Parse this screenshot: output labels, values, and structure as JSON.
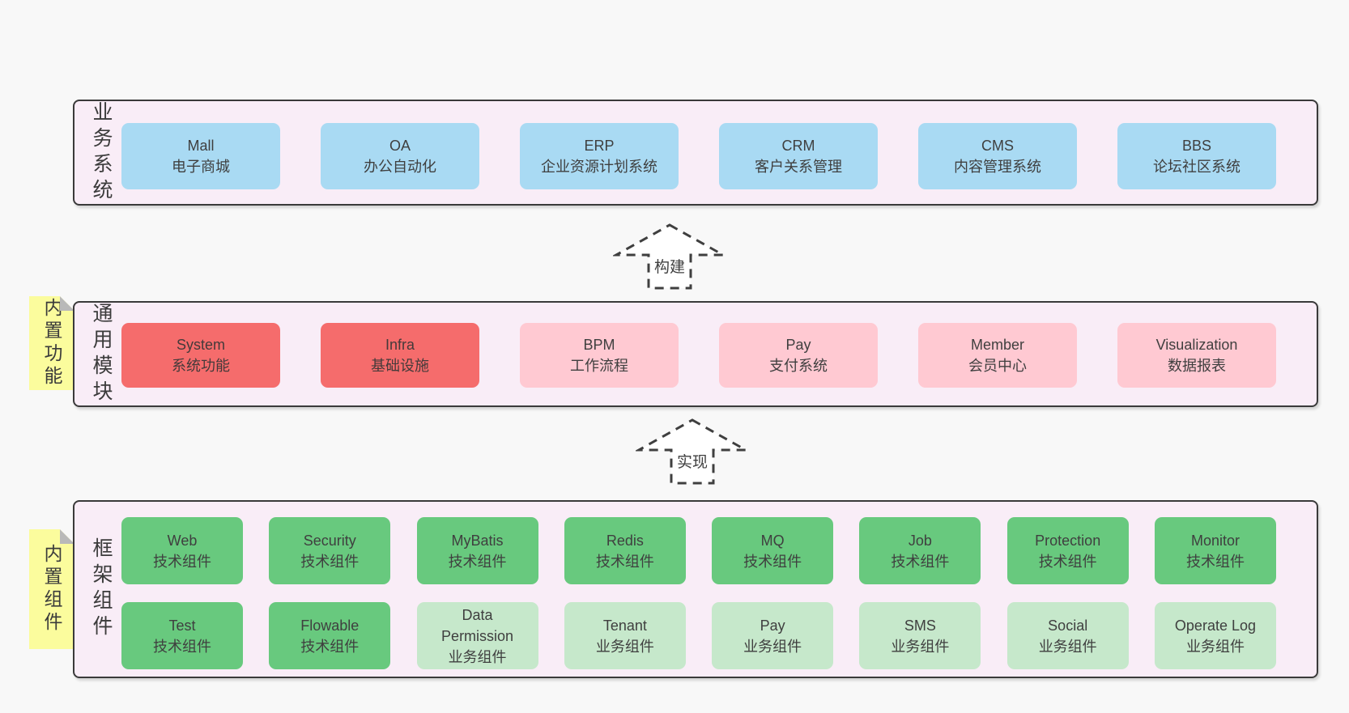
{
  "sections": {
    "business": {
      "label": "业务系统",
      "boxes": [
        {
          "title": "Mall",
          "subtitle": "电子商城"
        },
        {
          "title": "OA",
          "subtitle": "办公自动化"
        },
        {
          "title": "ERP",
          "subtitle": "企业资源计划系统"
        },
        {
          "title": "CRM",
          "subtitle": "客户关系管理"
        },
        {
          "title": "CMS",
          "subtitle": "内容管理系统"
        },
        {
          "title": "BBS",
          "subtitle": "论坛社区系统"
        }
      ]
    },
    "modules": {
      "label": "通用模块",
      "note": "内置功能",
      "boxes": [
        {
          "title": "System",
          "subtitle": "系统功能"
        },
        {
          "title": "Infra",
          "subtitle": "基础设施"
        },
        {
          "title": "BPM",
          "subtitle": "工作流程"
        },
        {
          "title": "Pay",
          "subtitle": "支付系统"
        },
        {
          "title": "Member",
          "subtitle": "会员中心"
        },
        {
          "title": "Visualization",
          "subtitle": "数据报表"
        }
      ]
    },
    "components": {
      "label": "框架组件",
      "note": "内置组件",
      "row1": [
        {
          "title": "Web",
          "subtitle": "技术组件"
        },
        {
          "title": "Security",
          "subtitle": "技术组件"
        },
        {
          "title": "MyBatis",
          "subtitle": "技术组件"
        },
        {
          "title": "Redis",
          "subtitle": "技术组件"
        },
        {
          "title": "MQ",
          "subtitle": "技术组件"
        },
        {
          "title": "Job",
          "subtitle": "技术组件"
        },
        {
          "title": "Protection",
          "subtitle": "技术组件"
        },
        {
          "title": "Monitor",
          "subtitle": "技术组件"
        }
      ],
      "row2": [
        {
          "title": "Test",
          "subtitle": "技术组件"
        },
        {
          "title": "Flowable",
          "subtitle": "技术组件"
        },
        {
          "title": "Data Permission",
          "subtitle": "业务组件"
        },
        {
          "title": "Tenant",
          "subtitle": "业务组件"
        },
        {
          "title": "Pay",
          "subtitle": "业务组件"
        },
        {
          "title": "SMS",
          "subtitle": "业务组件"
        },
        {
          "title": "Social",
          "subtitle": "业务组件"
        },
        {
          "title": "Operate Log",
          "subtitle": "业务组件"
        }
      ]
    }
  },
  "arrows": [
    {
      "label": "构建"
    },
    {
      "label": "实现"
    }
  ],
  "colors": {
    "page_bg": "#f8f8f8",
    "panel_bg": "#f9edf7",
    "panel_border": "#3a3a3a",
    "blue_box": "#a9daf3",
    "red_box": "#f56c6c",
    "pink_box": "#ffc9d2",
    "green_box": "#68c97e",
    "light_green_box": "#c6e8cb",
    "sticky_note": "#fbfc9d",
    "note_fold": "#b9b9b9",
    "text": "#3f3f3f"
  }
}
